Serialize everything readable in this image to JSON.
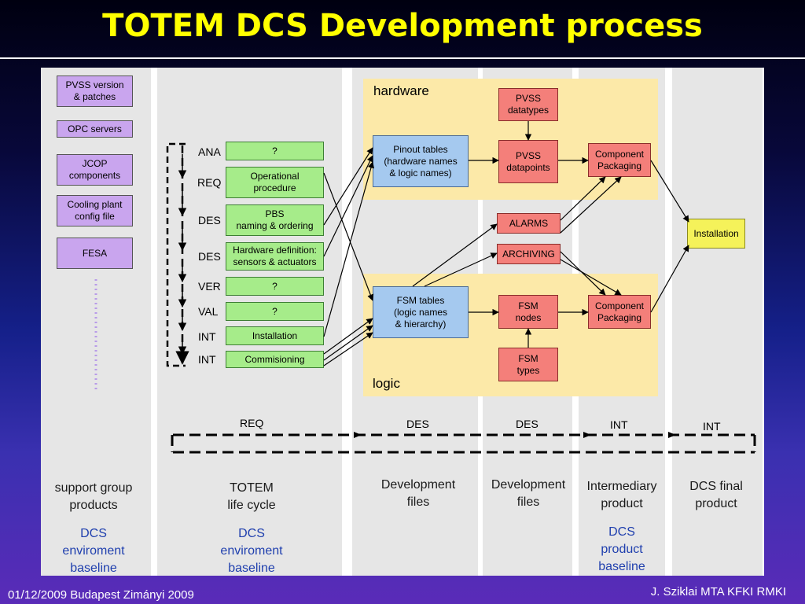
{
  "slide": {
    "title": "TOTEM DCS Development process",
    "footer_left": "01/12/2009 Budapest Zimányi 2009",
    "footer_right": "J. Sziklai MTA KFKI RMKI"
  },
  "support_products": [
    "PVSS version\n& patches",
    "OPC servers",
    "JCOP\ncomponents",
    "Cooling plant\nconfig file",
    "FESA"
  ],
  "life_cycle": [
    {
      "phase": "ANA",
      "task": "?"
    },
    {
      "phase": "REQ",
      "task": "Operational\nprocedure"
    },
    {
      "phase": "DES",
      "task": "PBS\nnaming & ordering"
    },
    {
      "phase": "DES",
      "task": "Hardware definition:\nsensors & actuators"
    },
    {
      "phase": "VER",
      "task": "?"
    },
    {
      "phase": "VAL",
      "task": "?"
    },
    {
      "phase": "INT",
      "task": "Installation"
    },
    {
      "phase": "INT",
      "task": "Commisioning"
    }
  ],
  "zones": {
    "hardware": "hardware",
    "logic": "logic"
  },
  "nodes": {
    "pinout": "Pinout tables\n(hardware names\n& logic names)",
    "pvss_datatypes": "PVSS\ndatatypes",
    "pvss_datapoints": "PVSS\ndatapoints",
    "component_hw": "Component\nPackaging",
    "alarms": "ALARMS",
    "archiving": "ARCHIVING",
    "fsm_tables": "FSM tables\n(logic names\n& hierarchy)",
    "fsm_nodes": "FSM\nnodes",
    "fsm_types": "FSM\ntypes",
    "component_logic": "Component\nPackaging",
    "installation": "Installation"
  },
  "flow_labels": [
    "REQ",
    "DES",
    "DES",
    "INT",
    "INT"
  ],
  "column_footers": [
    {
      "title": "support group\nproducts",
      "baseline": "DCS\nenviroment\nbaseline"
    },
    {
      "title": "TOTEM\nlife cycle",
      "baseline": "DCS\nenviroment\nbaseline"
    },
    {
      "title": "Development\nfiles",
      "baseline": ""
    },
    {
      "title": "Development\nfiles",
      "baseline": ""
    },
    {
      "title": "Intermediary\nproduct",
      "baseline": "DCS\nproduct\nbaseline"
    },
    {
      "title": "DCS final\nproduct",
      "baseline": ""
    }
  ],
  "colors": {
    "title": "#ffff00",
    "purple_box": "#c9a5ee",
    "green_box": "#a6ec8a",
    "blue_box": "#a5c9ef",
    "red_box": "#f47f7a",
    "yellow_box": "#f5f25a",
    "zone": "#fce9a8",
    "column": "#e6e6e6",
    "baseline_text": "#1f3fae"
  }
}
